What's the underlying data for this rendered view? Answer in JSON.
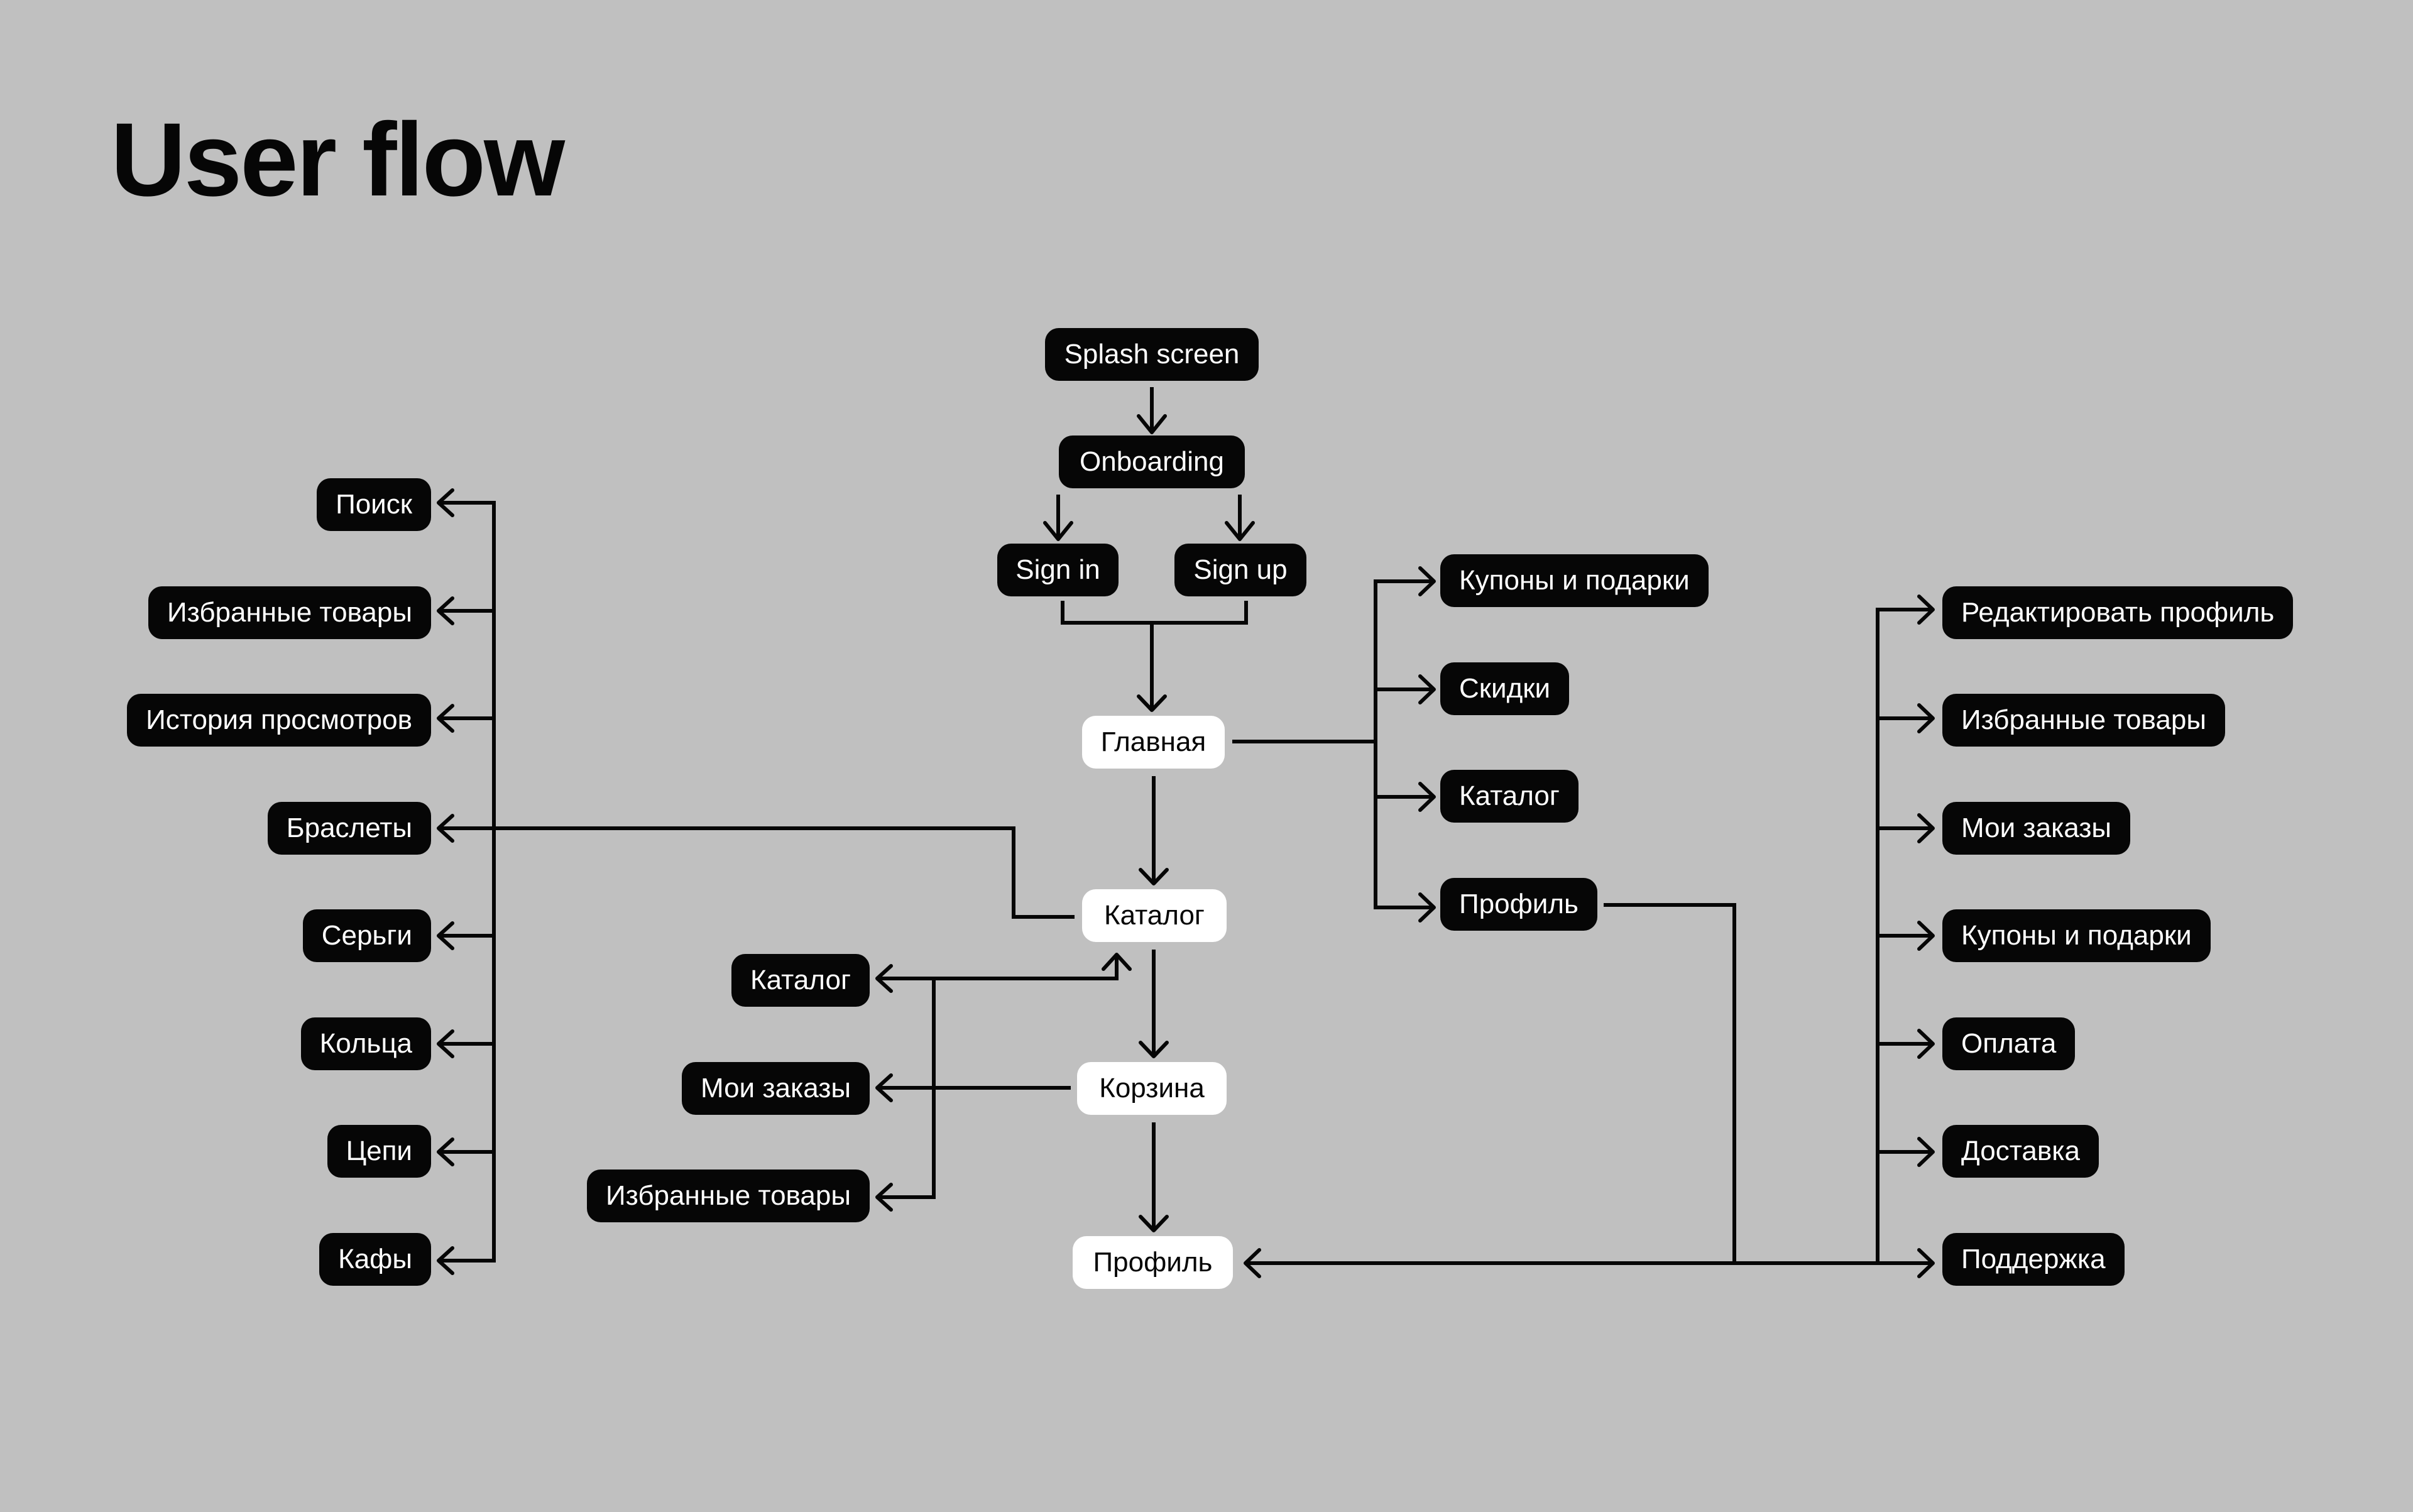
{
  "title": "User flow",
  "colors": {
    "background": "#c0c0c0",
    "dark_node": "#060606",
    "light_node": "#ffffff",
    "line": "#060606"
  },
  "main_flow": {
    "splash": "Splash screen",
    "onboarding": "Onboarding",
    "sign_in": "Sign in",
    "sign_up": "Sign up",
    "home": "Главная",
    "catalog": "Каталог",
    "cart": "Корзина",
    "profile": "Профиль"
  },
  "catalog_branches": [
    "Поиск",
    "Избранные товары",
    "История просмотров",
    "Браслеты",
    "Серьги",
    "Кольца",
    "Цепи",
    "Кафы"
  ],
  "cart_branches": [
    "Каталог",
    "Мои заказы",
    "Избранные товары"
  ],
  "home_branches": [
    "Купоны и подарки",
    "Скидки",
    "Каталог",
    "Профиль"
  ],
  "profile_branches": [
    "Редактировать профиль",
    "Избранные товары",
    "Мои заказы",
    "Купоны и подарки",
    "Оплата",
    "Доставка",
    "Поддержка"
  ],
  "edges": [
    [
      "Splash screen",
      "Onboarding"
    ],
    [
      "Onboarding",
      "Sign in"
    ],
    [
      "Onboarding",
      "Sign up"
    ],
    [
      "Sign in",
      "Главная"
    ],
    [
      "Sign up",
      "Главная"
    ],
    [
      "Главная",
      "Каталог"
    ],
    [
      "Каталог",
      "Корзина"
    ],
    [
      "Корзина",
      "Профиль"
    ],
    [
      "Каталог",
      "catalog_branches"
    ],
    [
      "Корзина",
      "cart_branches"
    ],
    [
      "cart_branches.Каталог",
      "Каталог"
    ],
    [
      "Главная",
      "home_branches"
    ],
    [
      "home_branches.Профиль",
      "profile_branches"
    ],
    [
      "home_branches.Профиль",
      "Профиль"
    ]
  ]
}
